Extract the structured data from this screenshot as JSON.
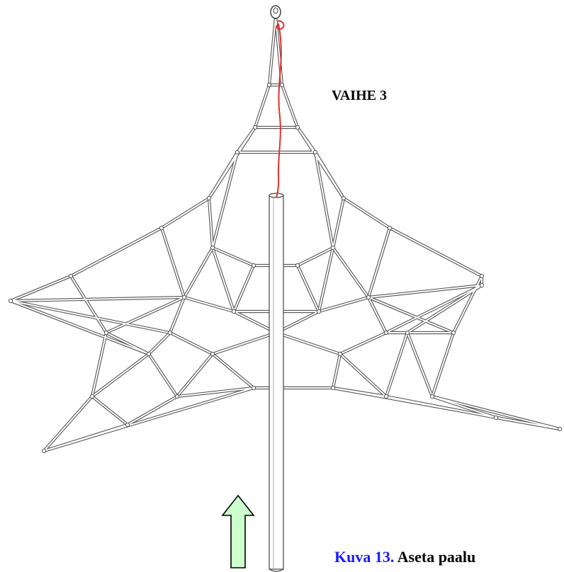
{
  "step_label": "VAIHE 3",
  "caption": {
    "number": "Kuva 13.",
    "text": "Aseta paalu"
  },
  "icons": {
    "arrow": "up-arrow-icon",
    "rope": "red-lifting-rope",
    "pole": "center-pole",
    "net": "rope-pyramid-net"
  },
  "colors": {
    "rope_red": "#e03030",
    "arrow_fill": "#ccffcc",
    "arrow_stroke": "#000000",
    "caption_number": "#1a1aff",
    "net_stroke": "#555555"
  }
}
